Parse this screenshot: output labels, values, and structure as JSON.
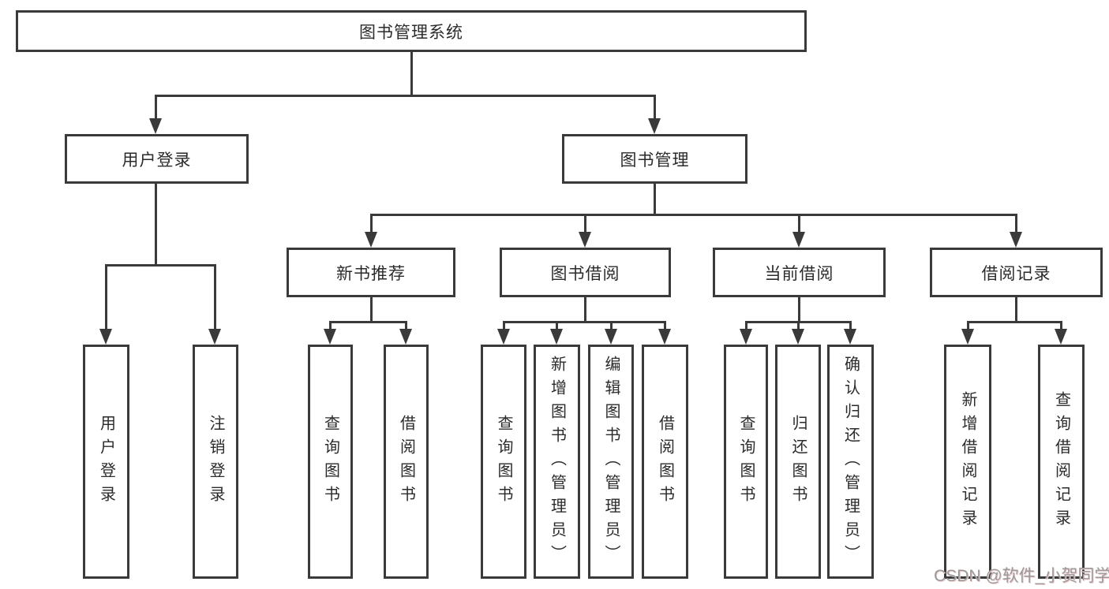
{
  "diagram": {
    "watermark": "CSDN @软件_小贺同学",
    "colors": {
      "line": "#3a3a3a",
      "text": "#2b2b2b",
      "background": "#ffffff",
      "watermark": "#9a9a9a"
    },
    "root": {
      "label": "图书管理系统"
    },
    "level2": [
      {
        "label": "用户登录",
        "children": [
          {
            "label": "用户登录"
          },
          {
            "label": "注销登录"
          }
        ]
      },
      {
        "label": "图书管理",
        "children": [
          {
            "label": "新书推荐",
            "children": [
              {
                "label": "查询图书"
              },
              {
                "label": "借阅图书"
              }
            ]
          },
          {
            "label": "图书借阅",
            "children": [
              {
                "label": "查询图书"
              },
              {
                "label": "新增图书（管理员）"
              },
              {
                "label": "编辑图书（管理员）"
              },
              {
                "label": "借阅图书"
              }
            ]
          },
          {
            "label": "当前借阅",
            "children": [
              {
                "label": "查询图书"
              },
              {
                "label": "归还图书"
              },
              {
                "label": "确认归还（管理员）"
              }
            ]
          },
          {
            "label": "借阅记录",
            "children": [
              {
                "label": "新增借阅记录"
              },
              {
                "label": "查询借阅记录"
              }
            ]
          }
        ]
      }
    ]
  }
}
